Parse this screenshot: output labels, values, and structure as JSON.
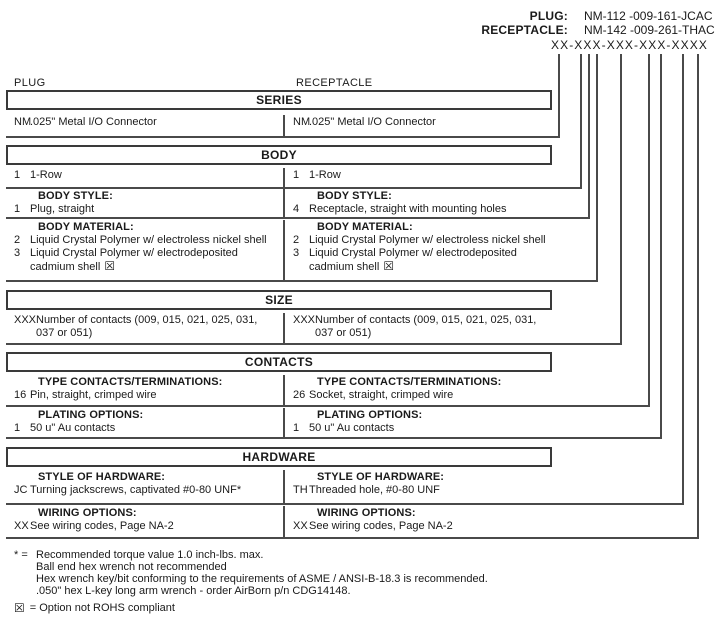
{
  "part_numbers": {
    "plug_label": "PLUG:",
    "plug_value": "NM-112 -009-161-JCAC",
    "receptacle_label": "RECEPTACLE:",
    "receptacle_value": "NM-142 -009-261-THAC",
    "mask": "XX-XXX-XXX-XXX-XXXX"
  },
  "columns": {
    "left": "PLUG",
    "right": "RECEPTACLE"
  },
  "icons": {
    "not_rohs": "☒"
  },
  "sections": {
    "series": {
      "title": "SERIES",
      "left": {
        "code": "NM",
        "desc": ".025\" Metal I/O Connector"
      },
      "right": {
        "code": "NM",
        "desc": ".025\" Metal I/O Connector"
      }
    },
    "body": {
      "title": "BODY",
      "row1": {
        "left": {
          "code": "1",
          "desc": "1-Row"
        },
        "right": {
          "code": "1",
          "desc": "1-Row"
        }
      },
      "row2": {
        "left": {
          "label": "BODY STYLE:",
          "code": "1",
          "desc": "Plug, straight"
        },
        "right": {
          "label": "BODY STYLE:",
          "code": "4",
          "desc": "Receptacle, straight with mounting holes"
        }
      },
      "row3": {
        "left": {
          "label": "BODY MATERIAL:",
          "item1_code": "2",
          "item1_desc": "Liquid Crystal Polymer w/ electroless nickel shell",
          "item2_code": "3",
          "item2_desc": "Liquid Crystal Polymer w/ electrodeposited",
          "item2_desc2": "cadmium shell"
        },
        "right": {
          "label": "BODY MATERIAL:",
          "item1_code": "2",
          "item1_desc": "Liquid Crystal Polymer w/ electroless nickel shell",
          "item2_code": "3",
          "item2_desc": "Liquid Crystal Polymer w/ electrodeposited",
          "item2_desc2": "cadmium shell"
        }
      }
    },
    "size": {
      "title": "SIZE",
      "left": {
        "code": "XXX",
        "desc": "Number of contacts (009, 015, 021, 025, 031,",
        "desc2": "037 or 051)"
      },
      "right": {
        "code": "XXX",
        "desc": "Number of contacts (009, 015, 021, 025, 031,",
        "desc2": "037 or 051)"
      }
    },
    "contacts": {
      "title": "CONTACTS",
      "row1": {
        "left": {
          "label": "TYPE CONTACTS/TERMINATIONS:",
          "code": "16",
          "desc": "Pin, straight, crimped wire"
        },
        "right": {
          "label": "TYPE CONTACTS/TERMINATIONS:",
          "code": "26",
          "desc": "Socket, straight, crimped wire"
        }
      },
      "row2": {
        "left": {
          "label": "PLATING OPTIONS:",
          "code": "1",
          "desc": "50 u\" Au contacts"
        },
        "right": {
          "label": "PLATING OPTIONS:",
          "code": "1",
          "desc": "50 u\" Au contacts"
        }
      }
    },
    "hardware": {
      "title": "HARDWARE",
      "row1": {
        "left": {
          "label": "STYLE OF HARDWARE:",
          "code": "JC",
          "desc": "Turning jackscrews, captivated #0-80 UNF*"
        },
        "right": {
          "label": "STYLE OF HARDWARE:",
          "code": "TH",
          "desc": "Threaded hole, #0-80 UNF"
        }
      },
      "row2": {
        "left": {
          "label": "WIRING OPTIONS:",
          "code": "XX",
          "desc": "See wiring codes, Page NA-2"
        },
        "right": {
          "label": "WIRING OPTIONS:",
          "code": "XX",
          "desc": "See wiring codes, Page NA-2"
        }
      }
    }
  },
  "footnotes": {
    "star_marker": "* =",
    "line1": "Recommended torque value 1.0 inch-lbs. max.",
    "line2": "Ball end hex wrench not recommended",
    "line3": "Hex wrench key/bit conforming to the requirements of ASME / ANSI-B-18.3 is recommended.",
    "line4": ".050\" hex L-key long arm wrench - order AirBorn p/n CDG14148.",
    "rohs_text": "= Option not ROHS compliant"
  }
}
